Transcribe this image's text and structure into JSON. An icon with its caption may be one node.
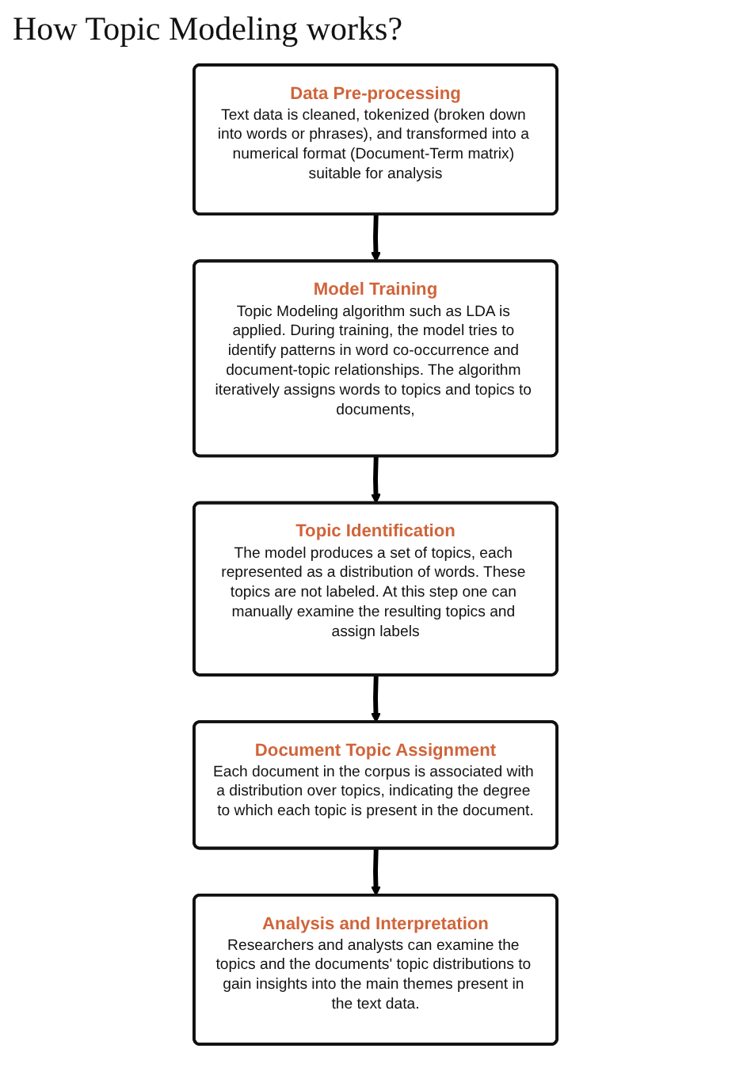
{
  "diagram": {
    "title": "How Topic Modeling works?",
    "nodes": [
      {
        "text": [
          "Data Pre-processing",
          "Text data is cleaned, tokenized (broken down into words or phrases), and transformed into a numerical format (Document-Term matrix) suitable for analysis"
        ]
      },
      {
        "text": [
          "Model Training",
          "Topic Modeling algorithm such as LDA is applied. During training, the model tries to identify patterns in word co-occurrence and document-topic relationships. The algorithm iteratively assigns words to topics and topics to documents,"
        ]
      },
      {
        "text": [
          "Topic Identification",
          "The model produces a set of topics, each represented as a distribution of words. These topics are not labeled. At this step one can manually examine the resulting topics and assign labels"
        ]
      },
      {
        "text": [
          "Document Topic Assignment",
          "Each document in the corpus is associated with a distribution over topics, indicating the degree to which each topic is present in the document."
        ]
      },
      {
        "text": [
          "Analysis and Interpretation",
          "Researchers and analysts can examine the topics and the documents' topic distributions to gain insights into the main themes present in the text data."
        ]
      }
    ],
    "edges": [
      {
        "from": 0,
        "to": 1,
        "arrow": "to"
      },
      {
        "from": 1,
        "to": 2,
        "arrow": "to"
      },
      {
        "from": 2,
        "to": 3,
        "arrow": "to"
      },
      {
        "from": 3,
        "to": 4,
        "arrow": "to"
      }
    ]
  }
}
